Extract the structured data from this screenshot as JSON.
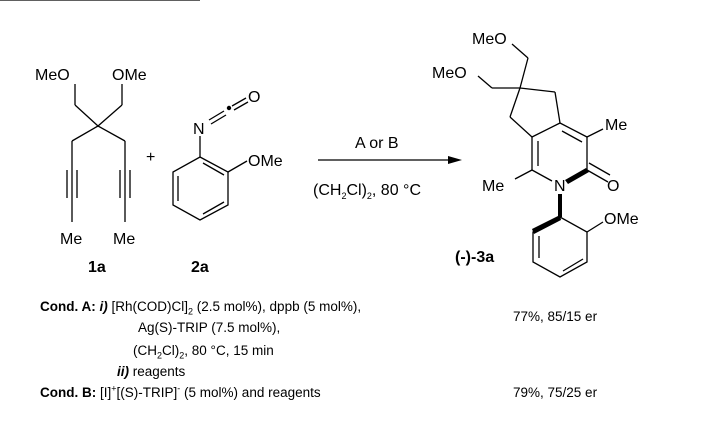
{
  "reactant_1": {
    "label": "1a",
    "groups": [
      "MeO",
      "OMe",
      "Me",
      "Me"
    ]
  },
  "plus": "+",
  "reactant_2": {
    "label": "2a",
    "atoms": {
      "n": "N",
      "o": "O",
      "ome": "OMe"
    }
  },
  "arrow": {
    "above": "A or B",
    "below": {
      "a": "(CH",
      "sub1": "2",
      "b": "Cl)",
      "sub2": "2",
      "c": ", 80 °C"
    }
  },
  "product": {
    "label": "(-)-3a",
    "groups": {
      "meo_top": "MeO",
      "meo_left": "MeO",
      "me_c4": "Me",
      "me_c1": "Me",
      "n": "N",
      "o": "O",
      "ome": "OMe"
    }
  },
  "conditions": {
    "a": {
      "label": "Cond. A:",
      "step1": "i)",
      "line1": {
        "a": "[Rh(COD)Cl]",
        "sub": "2",
        "b": " (2.5 mol%), dppb (5 mol%),"
      },
      "line2": "Ag(S)-TRIP (7.5 mol%),",
      "line3": {
        "a": "(CH",
        "sub1": "2",
        "b": "Cl)",
        "sub2": "2",
        "c": ", 80 °C, 15 min"
      },
      "step2": "ii)",
      "line4": " reagents",
      "result": "77%, 85/15 er"
    },
    "b": {
      "label": "Cond. B:",
      "text": {
        "a": "[I]",
        "sup1": "+",
        "b": "[(S)-TRIP]",
        "sup2": "-",
        "c": " (5 mol%) and reagents"
      },
      "result": "79%, 75/25 er"
    }
  }
}
